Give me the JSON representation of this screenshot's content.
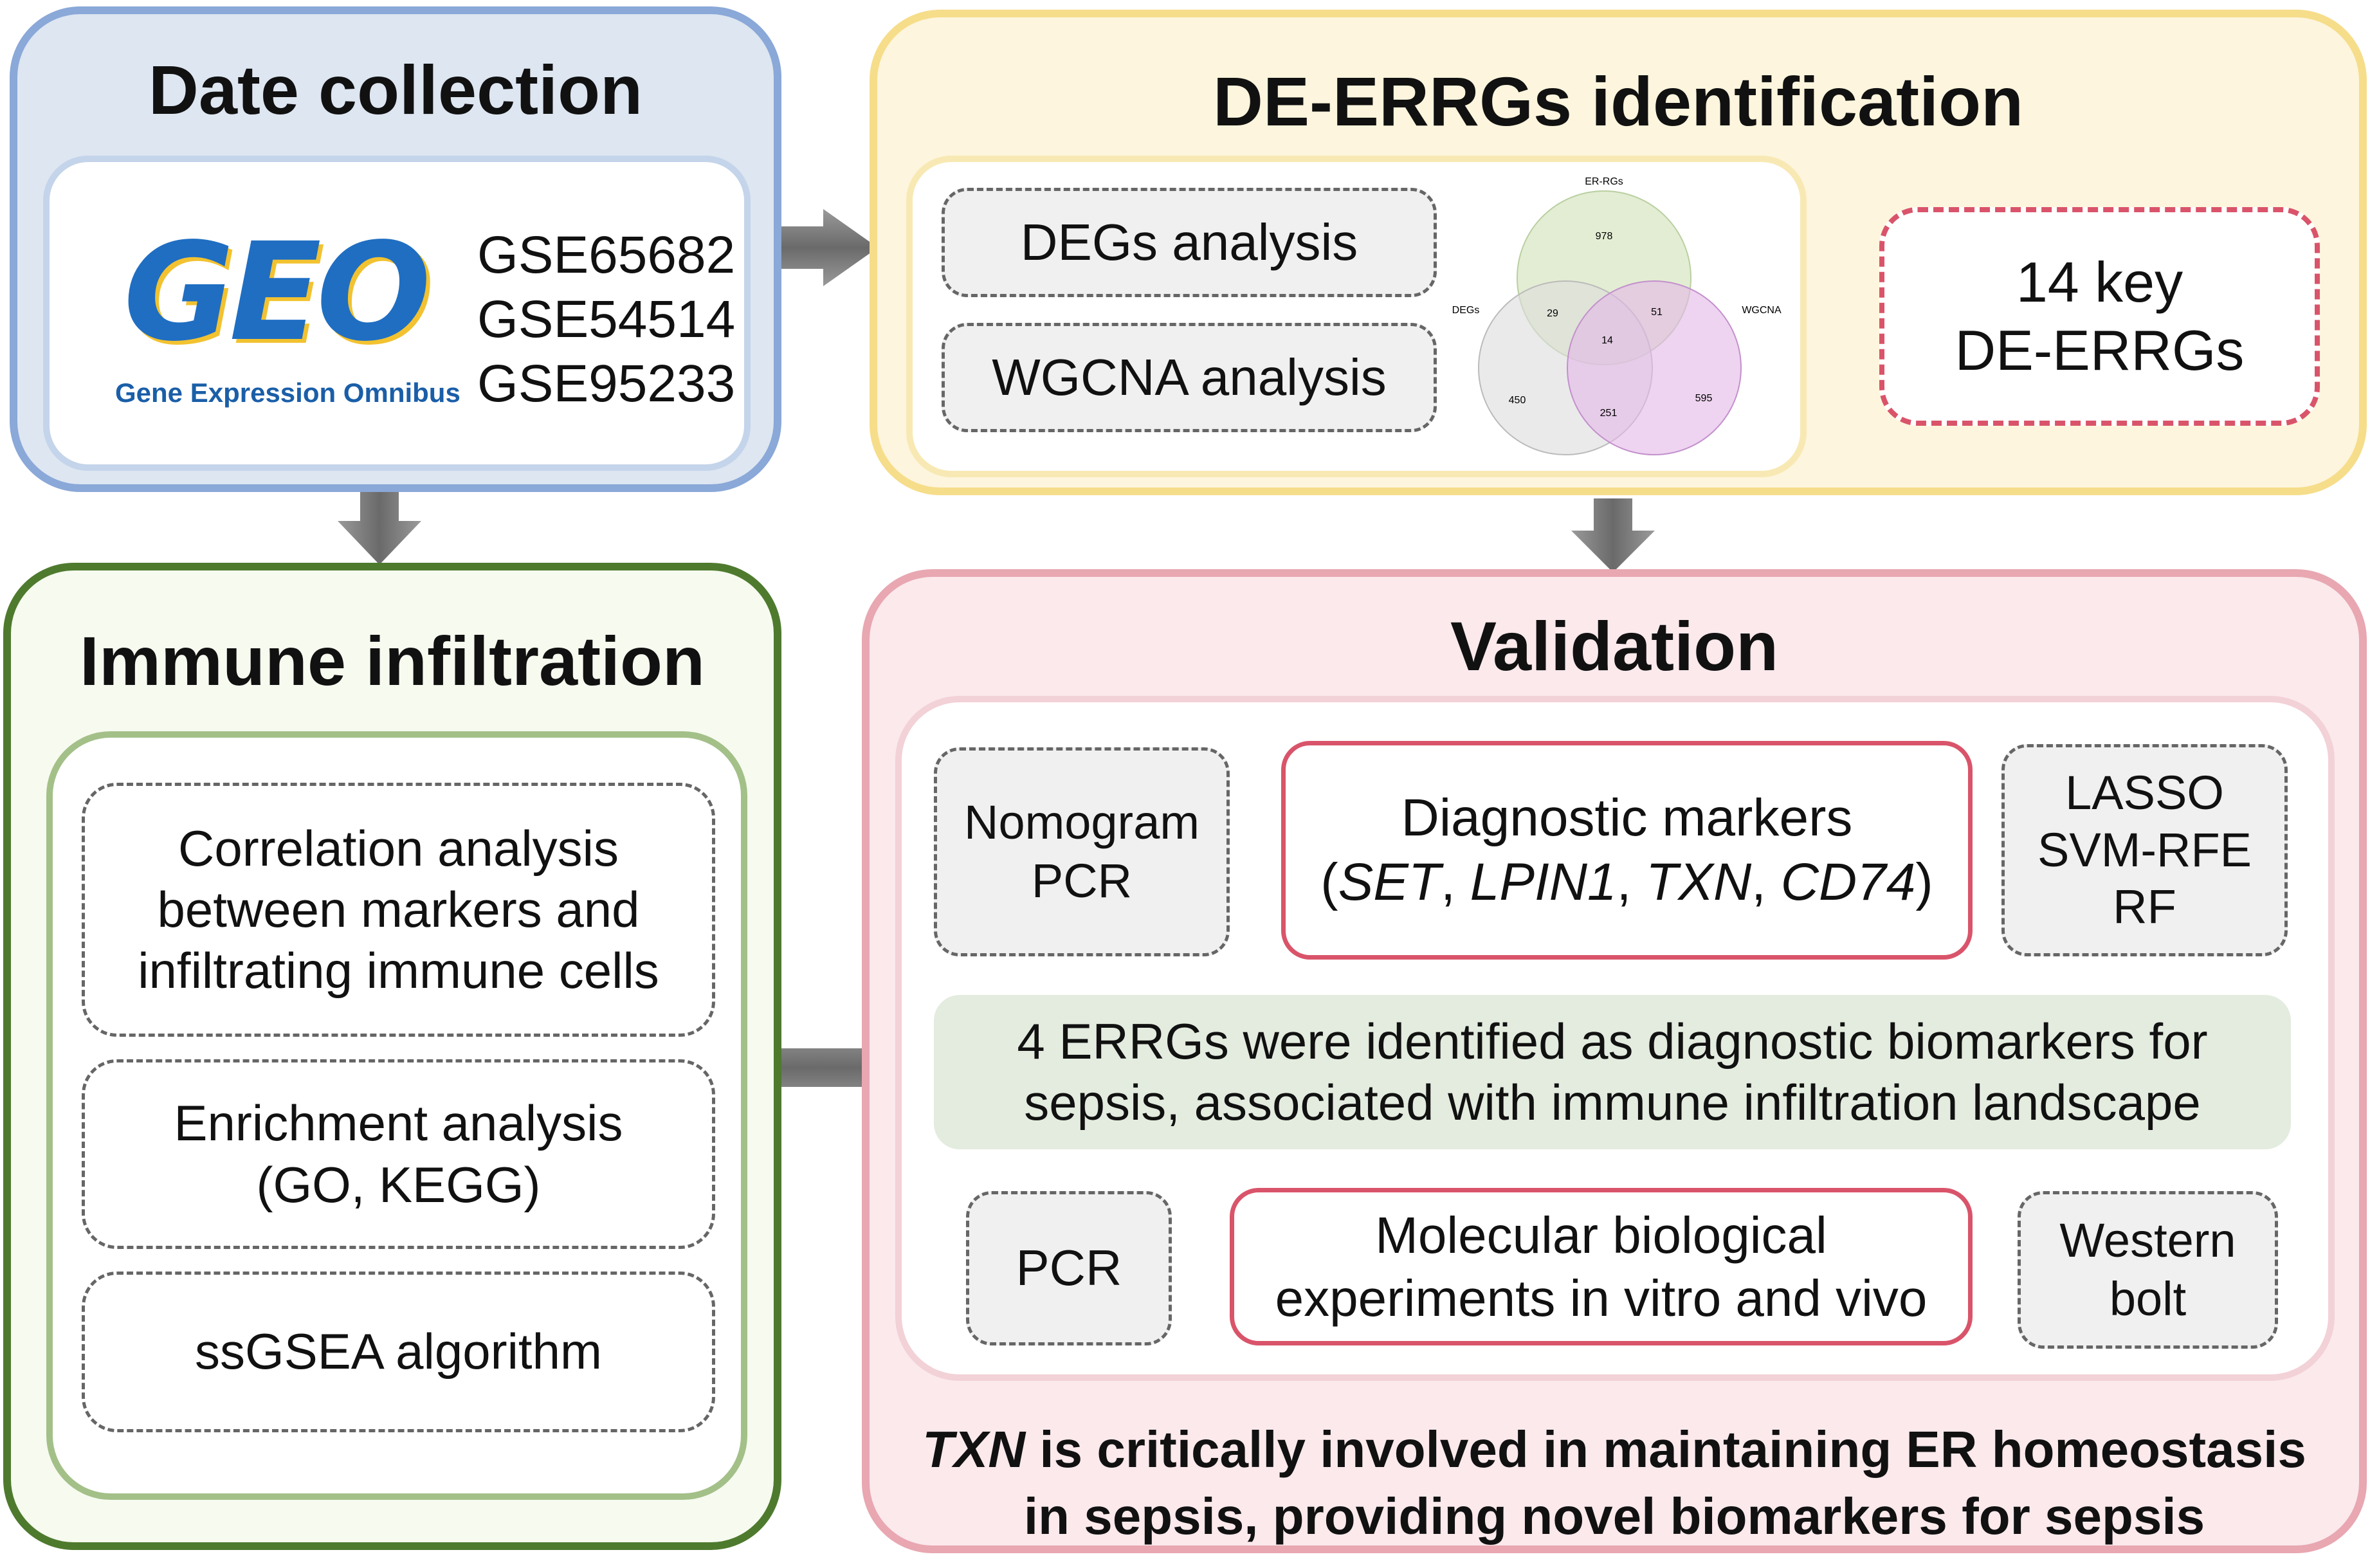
{
  "date_collection": {
    "title": "Date collection",
    "geo_logo_text": "GEO",
    "geo_logo_subtitle": "Gene Expression Omnibus",
    "datasets": [
      "GSE65682",
      "GSE54514",
      "GSE95233"
    ]
  },
  "de_errgs": {
    "title": "DE-ERRGs identification",
    "methods": [
      "DEGs analysis",
      "WGCNA analysis"
    ],
    "venn": {
      "sets": [
        "ER-RGs",
        "DEGs",
        "WGCNA"
      ],
      "counts": {
        "er_only": "978",
        "degs_er": "29",
        "er_wgcna": "51",
        "all_three": "14",
        "degs_only": "450",
        "degs_wgcna": "251",
        "wgcna_only": "595"
      }
    },
    "result": "14 key\nDE-ERRGs"
  },
  "immune": {
    "title": "Immune infiltration",
    "items": [
      "Correlation analysis\nbetween markers and\ninfiltrating immune cells",
      "Enrichment analysis\n(GO, KEGG)",
      "ssGSEA algorithm"
    ]
  },
  "validation": {
    "title": "Validation",
    "left_methods": "Nomogram\nPCR",
    "markers_title": "Diagnostic markers",
    "markers_open": "(",
    "markers": [
      "SET",
      "LPIN1",
      "TXN",
      "CD74"
    ],
    "markers_sep": ", ",
    "markers_close": ")",
    "right_methods": "LASSO\nSVM-RFE\nRF",
    "finding": "4 ERRGs were identified as diagnostic biomarkers for\nsepsis, associated with immune infiltration landscape",
    "pcr": "PCR",
    "experiments": "Molecular biological\nexperiments in vitro and vivo",
    "western": "Western\nbolt",
    "conclusion_gene": "TXN",
    "conclusion_line1": " is critically involved in maintaining ER homeostasis",
    "conclusion_line2": "in sepsis, providing novel  biomarkers  for sepsis"
  },
  "colors": {
    "blue_border": "#8aa8d8",
    "blue_fill": "#dde6f1",
    "yellow_border": "#f6dd8a",
    "yellow_fill": "#fdf5dd",
    "green_border": "#4e7a2e",
    "green_fill": "#f6faef",
    "pink_border": "#e8a7b1",
    "pink_fill": "#fbe9ec",
    "red_accent": "#d9546a",
    "finding_fill": "#e3ecdf",
    "arrow_gray": "#707070"
  }
}
